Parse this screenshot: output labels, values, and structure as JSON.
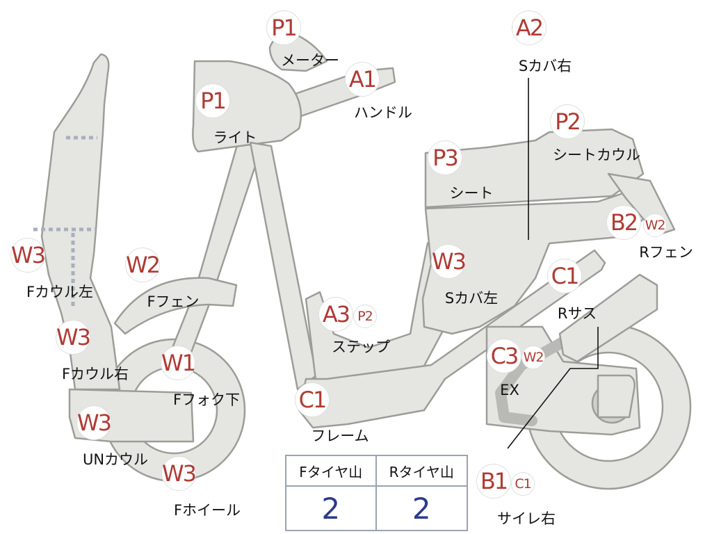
{
  "callouts": [
    {
      "code": "P1",
      "label": "メーター"
    },
    {
      "code": "A1",
      "label": "ハンドル"
    },
    {
      "code": "A2",
      "label": "Sカバ右"
    },
    {
      "code": "P1",
      "label": "ライト"
    },
    {
      "code": "P2",
      "label": "シートカウル"
    },
    {
      "code": "P3",
      "label": "シート"
    },
    {
      "code": "B2",
      "sub": "W2",
      "label": "Rフェン"
    },
    {
      "code": "W3",
      "label": "Fカウル左"
    },
    {
      "code": "W2",
      "label": "Fフェン"
    },
    {
      "code": "W3",
      "label": "Sカバ左"
    },
    {
      "code": "C1",
      "label": "Rサス"
    },
    {
      "code": "A3",
      "sub": "P2",
      "label": "ステップ"
    },
    {
      "code": "W3",
      "label": "Fカウル右"
    },
    {
      "code": "W1",
      "label": "Fフォク下"
    },
    {
      "code": "C3",
      "sub": "W2",
      "label": "EX"
    },
    {
      "code": "C1",
      "label": "フレーム"
    },
    {
      "code": "W3",
      "label": "UNカウル"
    },
    {
      "code": "W3",
      "label": "Fホイール"
    },
    {
      "code": "B1",
      "sub": "C1",
      "label": "サイレ右"
    }
  ],
  "tire_table": {
    "headers": [
      "Fタイヤ山",
      "Rタイヤ山"
    ],
    "values": [
      "2",
      "2"
    ]
  }
}
